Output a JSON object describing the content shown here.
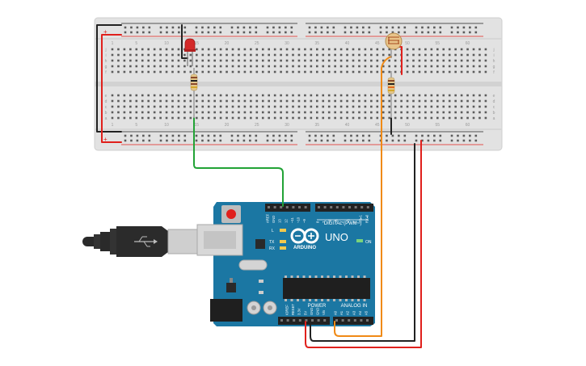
{
  "breadboard": {
    "column_numbers_top": [
      "1",
      "5",
      "10",
      "15",
      "20",
      "25",
      "30",
      "35",
      "40",
      "45",
      "50",
      "55",
      "60"
    ],
    "column_numbers_bottom": [
      "1",
      "5",
      "10",
      "15",
      "20",
      "25",
      "30",
      "35",
      "40",
      "45",
      "50",
      "55",
      "60"
    ],
    "row_letters_top": [
      "j",
      "i",
      "h",
      "g",
      "f"
    ],
    "row_letters_bottom": [
      "e",
      "d",
      "c",
      "b",
      "a"
    ]
  },
  "arduino": {
    "logo_text": "ARDUINO",
    "model": "UNO",
    "digital_header_label": "DIGITAL (PWM~)",
    "power_label": "POWER",
    "analog_label": "ANALOG IN",
    "on_label": "ON",
    "l_label": "L",
    "tx_label": "TX",
    "rx_label": "RX",
    "digital_pins": [
      "AREF",
      "GND",
      "13",
      "12",
      "~11",
      "~10",
      "~9",
      "8",
      "7",
      "~6",
      "~5",
      "4",
      "~3",
      "2",
      "TX▸1",
      "RX◂0"
    ],
    "power_pins": [
      "IOREF",
      "RESET",
      "3.3V",
      "5V",
      "GND",
      "GND",
      "Vin"
    ],
    "analog_pins": [
      "A0",
      "A1",
      "A2",
      "A3",
      "A4",
      "A5"
    ]
  },
  "components": {
    "led": {
      "color": "#d42a2a",
      "name": "led"
    },
    "photoresistor": {
      "name": "photoresistor"
    }
  },
  "wire_colors": {
    "red": "#e0201c",
    "black": "#222222",
    "green": "#22a336",
    "orange": "#f08a16"
  }
}
